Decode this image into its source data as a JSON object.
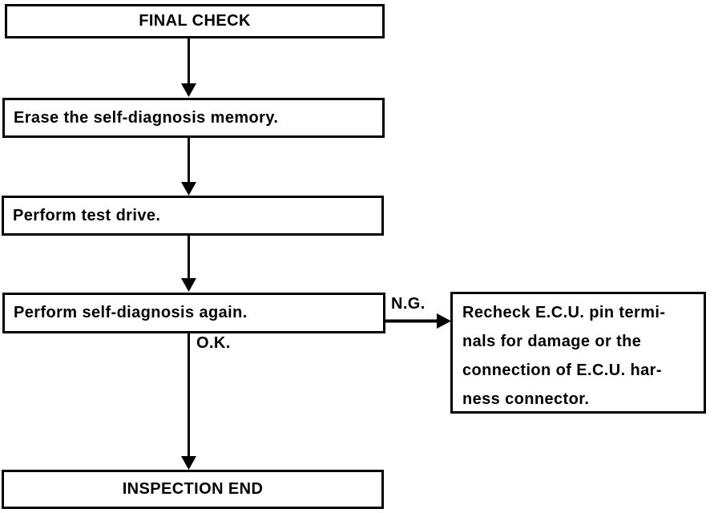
{
  "colors": {
    "ink": "#000000",
    "background": "#ffffff"
  },
  "flowchart": {
    "title": "FINAL CHECK",
    "nodes": {
      "final_check": {
        "label": "FINAL CHECK"
      },
      "erase": {
        "label": "Erase the self-diagnosis memory."
      },
      "test_drive": {
        "label": "Perform test drive."
      },
      "self_diagnosis": {
        "label": "Perform self-diagnosis again."
      },
      "recheck": {
        "text": "Recheck E.C.U. pin terminals for damage or the connection of E.C.U. harness connector.",
        "lines": [
          "Recheck E.C.U. pin termi-",
          "nals for damage or the",
          "connection of E.C.U. har-",
          "ness connector."
        ]
      },
      "inspection_end": {
        "label": "INSPECTION END"
      }
    },
    "edges": [
      {
        "from": "final_check",
        "to": "erase",
        "label": ""
      },
      {
        "from": "erase",
        "to": "test_drive",
        "label": ""
      },
      {
        "from": "test_drive",
        "to": "self_diagnosis",
        "label": ""
      },
      {
        "from": "self_diagnosis",
        "to": "recheck",
        "label": "N.G."
      },
      {
        "from": "self_diagnosis",
        "to": "inspection_end",
        "label": "O.K."
      }
    ]
  }
}
